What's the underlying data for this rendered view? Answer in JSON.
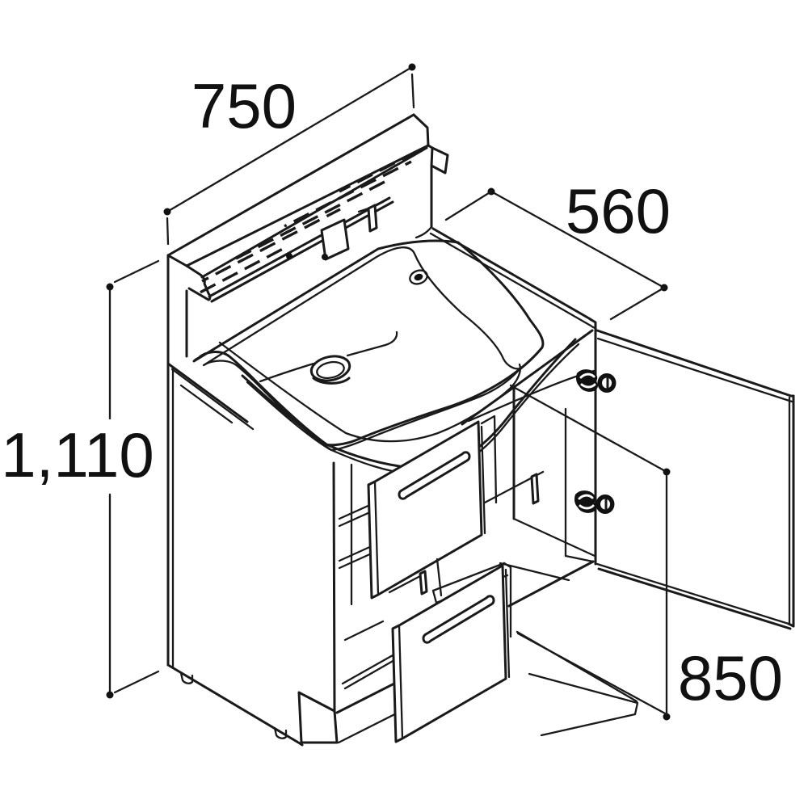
{
  "diagram": {
    "type": "isometric_technical_line_drawing",
    "subject": "vanity washbasin floor cabinet with two drawers and open right-hand door",
    "style": {
      "line_color": "#1a1a1a",
      "background_color": "#ffffff"
    },
    "dimensions": {
      "width": {
        "label": "750",
        "meaning": "overall width (mm)"
      },
      "depth": {
        "label": "560",
        "meaning": "counter depth (mm)"
      },
      "height": {
        "label": "1,110",
        "meaning": "overall height incl. backsplash (mm)"
      },
      "counter_height": {
        "label": "850",
        "meaning": "floor to counter top (mm)"
      }
    },
    "parts": [
      "backsplash with dashed knockout lines",
      "integrated washbasin with pop-up drain and overflow",
      "two pulled-out drawers with recessed handles",
      "open hinged door with two cup hinges",
      "toe kick with service notch and adjustable feet"
    ]
  }
}
